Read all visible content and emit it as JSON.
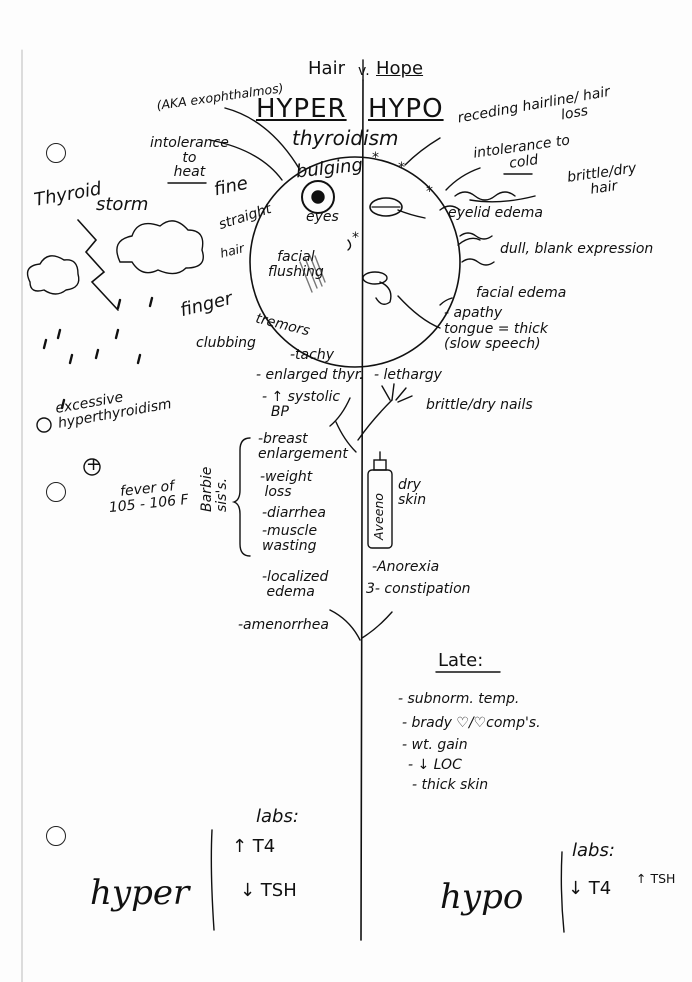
{
  "top": {
    "header": "Hair",
    "separator": "v.",
    "author": "Hope"
  },
  "title": {
    "hyper": "HYPER",
    "hypo": "HYPO",
    "sub": "thyroidism"
  },
  "hyper_face": {
    "exophthalmos": "(AKA exophthalmos)",
    "intolerance_heat": "intolerance\nto\nheat",
    "bulging": "bulging",
    "eyes": "eyes",
    "fine": "fine",
    "straight": "straight",
    "hair": "hair",
    "facial_flushing": "facial\nflushing",
    "finger": "finger",
    "tremors": "tremors",
    "clubbing": "clubbing"
  },
  "storm": {
    "thyroid": "Thyroid",
    "storm": "storm",
    "excessive": "excessive\nhyperthyroidism",
    "plus": "+",
    "fever": "fever of\n105 - 106 F"
  },
  "hyper_list": {
    "tachy": "-tachy",
    "enlarged": "- enlarged thyr.",
    "systolic": "- ↑ systolic\n  BP",
    "barbie": "Barbie\nsis's.",
    "breast": "-breast\nenlargement",
    "weight": "-weight\n loss",
    "diarrhea": "-diarrhea",
    "muscle": "-muscle\nwasting",
    "localized": "-localized\n edema",
    "amenorrhea": "-amenorrhea"
  },
  "hypo_face": {
    "receding": "receding hairline/ hair\n                       loss",
    "intolerance_cold": "intolerance to\ncold",
    "brittle_hair": "brittle/dry\nhair",
    "eyelid": "eyelid edema",
    "dull": "dull, blank expression",
    "facial_edema": "facial edema",
    "apathy": "- apathy",
    "tongue": "tongue = thick\n(slow speech)"
  },
  "hypo_list": {
    "lethargy": "- lethargy",
    "nails": "brittle/dry nails",
    "aveeno": "Aveeno",
    "dry_skin": "dry\nskin",
    "anorexia": "-Anorexia",
    "constipation": "3- constipation"
  },
  "late": {
    "heading": "Late:",
    "items": [
      "- subnorm. temp.",
      "- brady ♡/♡comp's.",
      "- wt. gain",
      "- ↓ LOC",
      "- thick skin"
    ]
  },
  "labs": {
    "hyper_label": "labs:",
    "hyper_t4": "↑ T4",
    "hyper_tsh": "↓ TSH",
    "hyper_word": "hyper",
    "hypo_label": "labs:",
    "hypo_t4": "↓ T4",
    "hypo_tsh": "↑ TSH",
    "hypo_word": "hypo"
  }
}
